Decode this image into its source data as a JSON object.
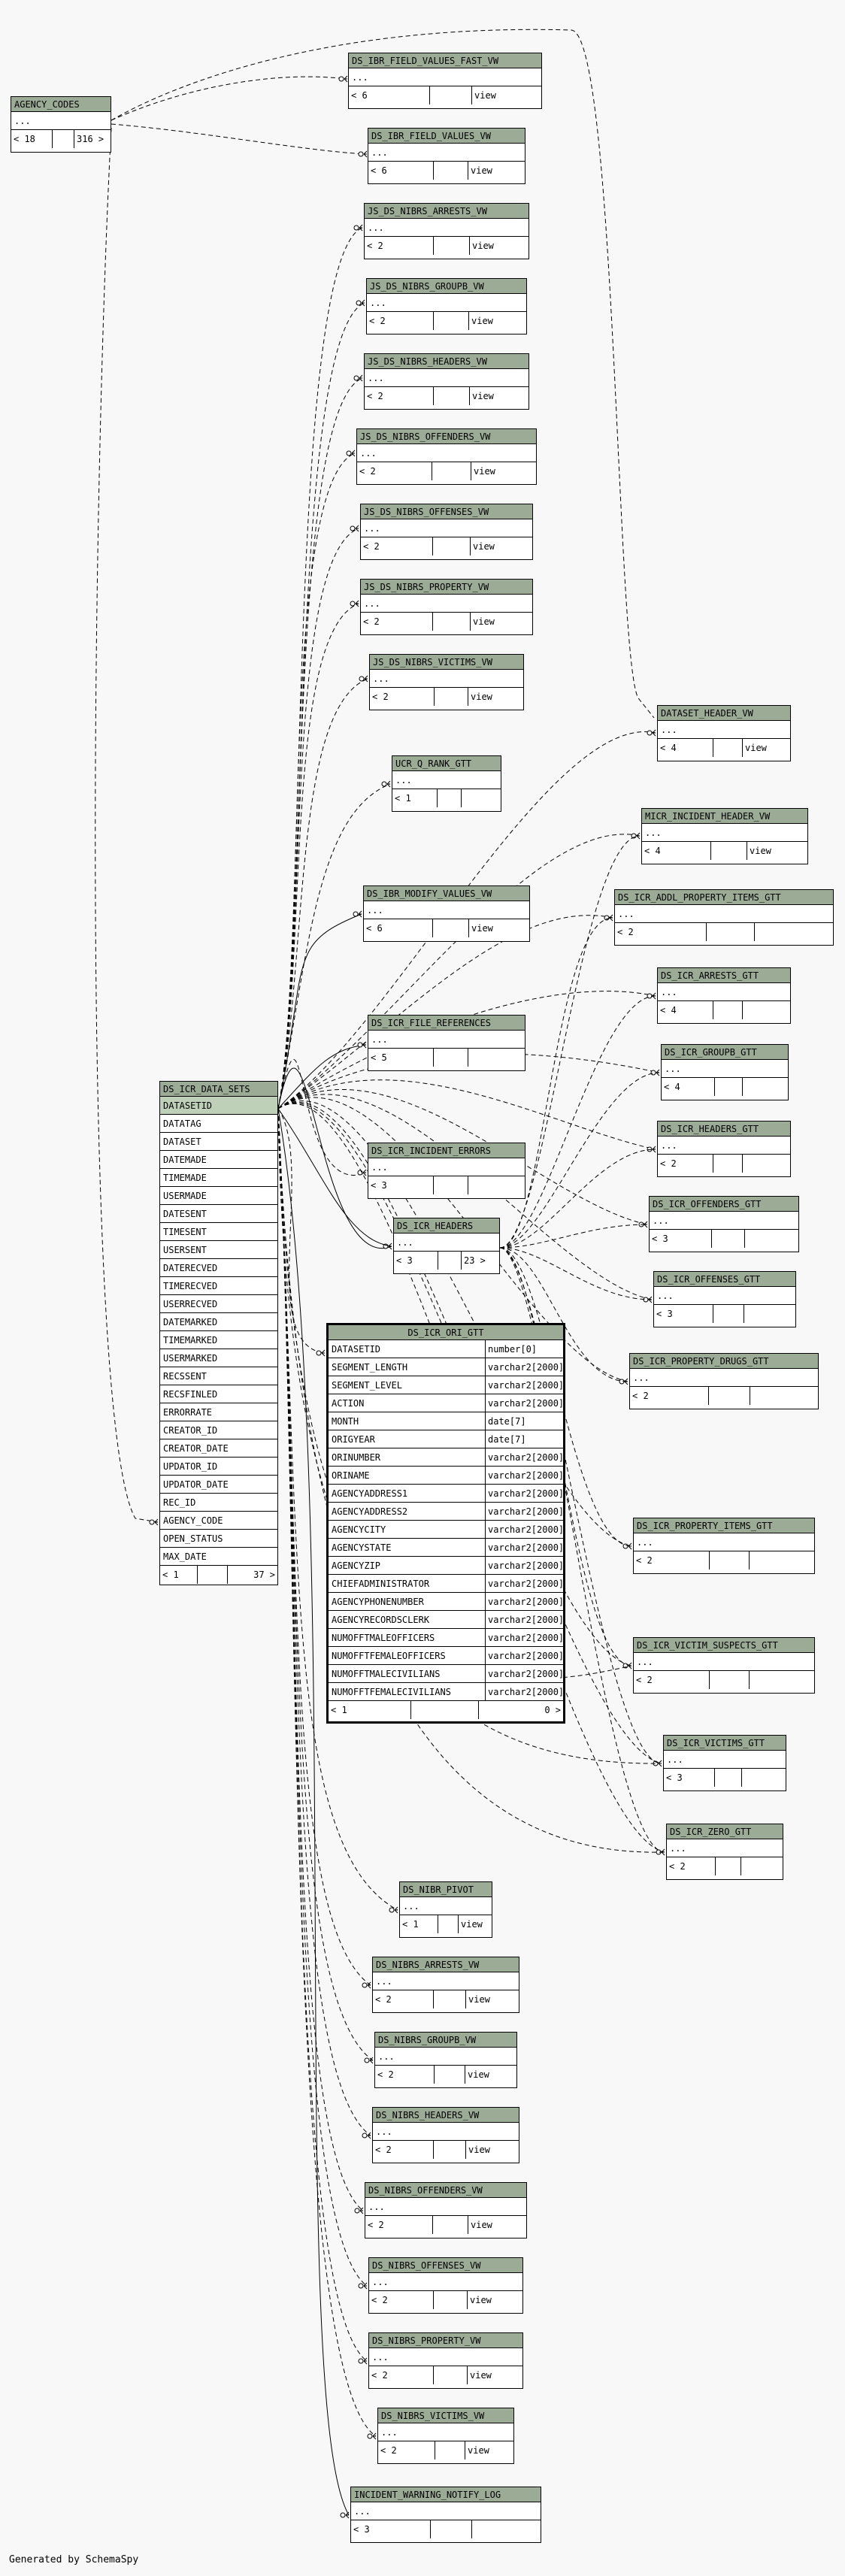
{
  "footer_text": "Generated by SchemaSpy",
  "colors": {
    "header": "#9bab96",
    "primary_key_row": "#bed1b8",
    "background": "#f8f8f8"
  },
  "tables": {
    "agency_codes": {
      "name": "AGENCY_CODES",
      "ellipsis": "...",
      "foot": [
        "< 18",
        "",
        "316 >"
      ]
    },
    "ibr_field_values_fast": {
      "name": "DS_IBR_FIELD_VALUES_FAST_VW",
      "ellipsis": "...",
      "foot": [
        "< 6",
        "",
        "view"
      ]
    },
    "ibr_field_values": {
      "name": "DS_IBR_FIELD_VALUES_VW",
      "ellipsis": "...",
      "foot": [
        "< 6",
        "",
        "view"
      ]
    },
    "js_arrests": {
      "name": "JS_DS_NIBRS_ARRESTS_VW",
      "ellipsis": "...",
      "foot": [
        "< 2",
        "",
        "view"
      ]
    },
    "js_groupb": {
      "name": "JS_DS_NIBRS_GROUPB_VW",
      "ellipsis": "...",
      "foot": [
        "< 2",
        "",
        "view"
      ]
    },
    "js_headers": {
      "name": "JS_DS_NIBRS_HEADERS_VW",
      "ellipsis": "...",
      "foot": [
        "< 2",
        "",
        "view"
      ]
    },
    "js_offenders": {
      "name": "JS_DS_NIBRS_OFFENDERS_VW",
      "ellipsis": "...",
      "foot": [
        "< 2",
        "",
        "view"
      ]
    },
    "js_offenses": {
      "name": "JS_DS_NIBRS_OFFENSES_VW",
      "ellipsis": "...",
      "foot": [
        "< 2",
        "",
        "view"
      ]
    },
    "js_property": {
      "name": "JS_DS_NIBRS_PROPERTY_VW",
      "ellipsis": "...",
      "foot": [
        "< 2",
        "",
        "view"
      ]
    },
    "js_victims": {
      "name": "JS_DS_NIBRS_VICTIMS_VW",
      "ellipsis": "...",
      "foot": [
        "< 2",
        "",
        "view"
      ]
    },
    "dataset_header": {
      "name": "DATASET_HEADER_VW",
      "ellipsis": "...",
      "foot": [
        "< 4",
        "",
        "view"
      ]
    },
    "ucr_q_rank": {
      "name": "UCR_Q_RANK_GTT",
      "ellipsis": "...",
      "foot": [
        "< 1",
        "",
        ""
      ]
    },
    "micr_incident_header": {
      "name": "MICR_INCIDENT_HEADER_VW",
      "ellipsis": "...",
      "foot": [
        "< 4",
        "",
        "view"
      ]
    },
    "icr_addl_property": {
      "name": "DS_ICR_ADDL_PROPERTY_ITEMS_GTT",
      "ellipsis": "...",
      "foot": [
        "< 2",
        "",
        ""
      ]
    },
    "ibr_modify_values": {
      "name": "DS_IBR_MODIFY_VALUES_VW",
      "ellipsis": "...",
      "foot": [
        "< 6",
        "",
        "view"
      ]
    },
    "icr_arrests": {
      "name": "DS_ICR_ARRESTS_GTT",
      "ellipsis": "...",
      "foot": [
        "< 4",
        "",
        ""
      ]
    },
    "icr_groupb": {
      "name": "DS_ICR_GROUPB_GTT",
      "ellipsis": "...",
      "foot": [
        "< 4",
        "",
        ""
      ]
    },
    "icr_file_references": {
      "name": "DS_ICR_FILE_REFERENCES",
      "ellipsis": "...",
      "foot": [
        "< 5",
        "",
        ""
      ]
    },
    "icr_headers_gtt": {
      "name": "DS_ICR_HEADERS_GTT",
      "ellipsis": "...",
      "foot": [
        "< 2",
        "",
        ""
      ]
    },
    "icr_incident_errors": {
      "name": "DS_ICR_INCIDENT_ERRORS",
      "ellipsis": "...",
      "foot": [
        "< 3",
        "",
        ""
      ]
    },
    "icr_offenders": {
      "name": "DS_ICR_OFFENDERS_GTT",
      "ellipsis": "...",
      "foot": [
        "< 3",
        "",
        ""
      ]
    },
    "icr_headers": {
      "name": "DS_ICR_HEADERS",
      "ellipsis": "...",
      "foot": [
        "< 3",
        "",
        "23 >"
      ]
    },
    "icr_offenses": {
      "name": "DS_ICR_OFFENSES_GTT",
      "ellipsis": "...",
      "foot": [
        "< 3",
        "",
        ""
      ]
    },
    "icr_property_drugs": {
      "name": "DS_ICR_PROPERTY_DRUGS_GTT",
      "ellipsis": "...",
      "foot": [
        "< 2",
        "",
        ""
      ]
    },
    "icr_property_items": {
      "name": "DS_ICR_PROPERTY_ITEMS_GTT",
      "ellipsis": "...",
      "foot": [
        "< 2",
        "",
        ""
      ]
    },
    "icr_victim_suspects": {
      "name": "DS_ICR_VICTIM_SUSPECTS_GTT",
      "ellipsis": "...",
      "foot": [
        "< 2",
        "",
        ""
      ]
    },
    "icr_victims": {
      "name": "DS_ICR_VICTIMS_GTT",
      "ellipsis": "...",
      "foot": [
        "< 3",
        "",
        ""
      ]
    },
    "icr_zero": {
      "name": "DS_ICR_ZERO_GTT",
      "ellipsis": "...",
      "foot": [
        "< 2",
        "",
        ""
      ]
    },
    "nibr_pivot": {
      "name": "DS_NIBR_PIVOT",
      "ellipsis": "...",
      "foot": [
        "< 1",
        "",
        "view"
      ]
    },
    "nibrs_arrests": {
      "name": "DS_NIBRS_ARRESTS_VW",
      "ellipsis": "...",
      "foot": [
        "< 2",
        "",
        "view"
      ]
    },
    "nibrs_groupb": {
      "name": "DS_NIBRS_GROUPB_VW",
      "ellipsis": "...",
      "foot": [
        "< 2",
        "",
        "view"
      ]
    },
    "nibrs_headers": {
      "name": "DS_NIBRS_HEADERS_VW",
      "ellipsis": "...",
      "foot": [
        "< 2",
        "",
        "view"
      ]
    },
    "nibrs_offenders": {
      "name": "DS_NIBRS_OFFENDERS_VW",
      "ellipsis": "...",
      "foot": [
        "< 2",
        "",
        "view"
      ]
    },
    "nibrs_offenses": {
      "name": "DS_NIBRS_OFFENSES_VW",
      "ellipsis": "...",
      "foot": [
        "< 2",
        "",
        "view"
      ]
    },
    "nibrs_property": {
      "name": "DS_NIBRS_PROPERTY_VW",
      "ellipsis": "...",
      "foot": [
        "< 2",
        "",
        "view"
      ]
    },
    "nibrs_victims": {
      "name": "DS_NIBRS_VICTIMS_VW",
      "ellipsis": "...",
      "foot": [
        "< 2",
        "",
        "view"
      ]
    },
    "incident_warning": {
      "name": "INCIDENT_WARNING_NOTIFY_LOG",
      "ellipsis": "...",
      "foot": [
        "< 3",
        "",
        ""
      ]
    }
  },
  "data_sets": {
    "name": "DS_ICR_DATA_SETS",
    "columns": [
      "DATASETID",
      "DATATAG",
      "DATASET",
      "DATEMADE",
      "TIMEMADE",
      "USERMADE",
      "DATESENT",
      "TIMESENT",
      "USERSENT",
      "DATERECVED",
      "TIMERECVED",
      "USERRECVED",
      "DATEMARKED",
      "TIMEMARKED",
      "USERMARKED",
      "RECSSENT",
      "RECSFINLED",
      "ERRORRATE",
      "CREATOR_ID",
      "CREATOR_DATE",
      "UPDATOR_ID",
      "UPDATOR_DATE",
      "REC_ID",
      "AGENCY_CODE",
      "OPEN_STATUS",
      "MAX_DATE"
    ],
    "foot": [
      "< 1",
      "",
      "37 >"
    ]
  },
  "ori_gtt": {
    "name": "DS_ICR_ORI_GTT",
    "columns": [
      {
        "name": "DATASETID",
        "type": "number[0]"
      },
      {
        "name": "SEGMENT_LENGTH",
        "type": "varchar2[2000]"
      },
      {
        "name": "SEGMENT_LEVEL",
        "type": "varchar2[2000]"
      },
      {
        "name": "ACTION",
        "type": "varchar2[2000]"
      },
      {
        "name": "MONTH",
        "type": "date[7]"
      },
      {
        "name": "ORIGYEAR",
        "type": "date[7]"
      },
      {
        "name": "ORINUMBER",
        "type": "varchar2[2000]"
      },
      {
        "name": "ORINAME",
        "type": "varchar2[2000]"
      },
      {
        "name": "AGENCYADDRESS1",
        "type": "varchar2[2000]"
      },
      {
        "name": "AGENCYADDRESS2",
        "type": "varchar2[2000]"
      },
      {
        "name": "AGENCYCITY",
        "type": "varchar2[2000]"
      },
      {
        "name": "AGENCYSTATE",
        "type": "varchar2[2000]"
      },
      {
        "name": "AGENCYZIP",
        "type": "varchar2[2000]"
      },
      {
        "name": "CHIEFADMINISTRATOR",
        "type": "varchar2[2000]"
      },
      {
        "name": "AGENCYPHONENUMBER",
        "type": "varchar2[2000]"
      },
      {
        "name": "AGENCYRECORDSCLERK",
        "type": "varchar2[2000]"
      },
      {
        "name": "NUMOFFTMALEOFFICERS",
        "type": "varchar2[2000]"
      },
      {
        "name": "NUMOFFTFEMALEOFFICERS",
        "type": "varchar2[2000]"
      },
      {
        "name": "NUMOFFTMALECIVILIANS",
        "type": "varchar2[2000]"
      },
      {
        "name": "NUMOFFTFEMALECIVILIANS",
        "type": "varchar2[2000]"
      }
    ],
    "foot": [
      "< 1",
      "",
      "0 >"
    ]
  }
}
